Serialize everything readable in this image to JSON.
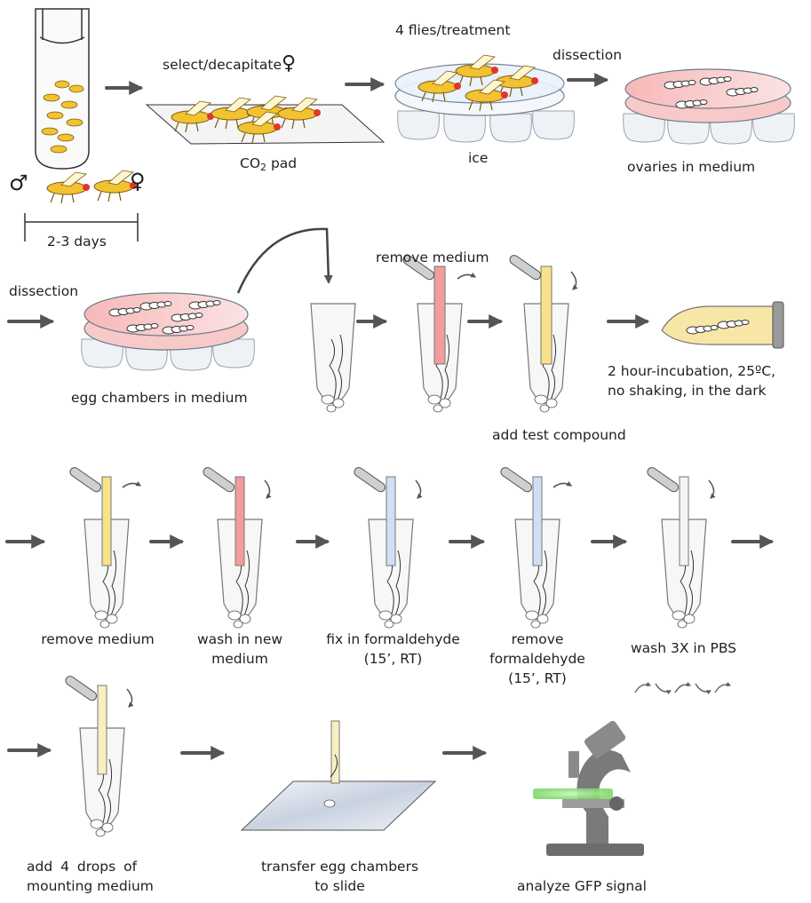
{
  "labels": {
    "select_decapitate": "select/decapitate",
    "co2_pad_main": "CO",
    "co2_pad_sub": "2",
    "co2_pad_tail": " pad",
    "flies_per_treatment": "4 flies/treatment",
    "ice": "ice",
    "dissection_1": "dissection",
    "ovaries_in_medium": "ovaries in medium",
    "duration": "2-3 days",
    "dissection_2": "dissection",
    "egg_chambers_in_medium": "egg chambers in medium",
    "remove_medium_1": "remove medium",
    "add_test_compound": "add test compound",
    "incubation_line1": "2 hour-incubation, 25ºC,",
    "incubation_line2": "no shaking, in the dark",
    "remove_medium_2": "remove medium",
    "wash_new_medium_l1": "wash in new",
    "wash_new_medium_l2": "medium",
    "fix_formaldehyde_l1": "fix in formaldehyde",
    "fix_formaldehyde_l2": "(15’, RT)",
    "remove_formaldehyde_l1": "remove",
    "remove_formaldehyde_l2": "formaldehyde",
    "remove_formaldehyde_l3": "(15’, RT)",
    "wash_pbs": "wash 3X in PBS",
    "mounting_l1": "add  4  drops  of",
    "mounting_l2": "mounting medium",
    "transfer_l1": "transfer egg chambers",
    "transfer_l2": "to slide",
    "analyze_gfp": "analyze GFP signal"
  },
  "icons": {
    "female": "♀",
    "male": "♂"
  },
  "colors": {
    "arrow": "#555555",
    "outline": "#333333",
    "fly_body": "#f2c230",
    "fly_eye": "#e3342f",
    "medium_red": "#f3a6a6",
    "medium_yellow": "#f8e28a",
    "formaldehyde_blue": "#cfe0f3",
    "ice_cube": "#eef1f5",
    "gfp_green": "#9be28a",
    "microscope": "#7a7a7a"
  }
}
